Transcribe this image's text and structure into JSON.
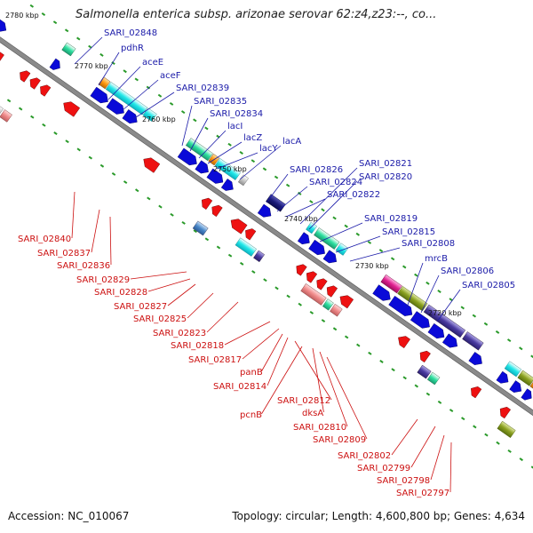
{
  "title": "Salmonella enterica subsp. arizonae serovar 62:z4,z23:--, co...",
  "footer": {
    "accession": "Accession: NC_010067",
    "summary": "Topology: circular; Length: 4,600,800 bp; Genes: 4,634"
  },
  "kbp_ticks": [
    "2780 kbp",
    "2770 kbp",
    "2760 kbp",
    "2750 kbp",
    "2740 kbp",
    "2730 kbp",
    "2720 kbp"
  ],
  "forward_labels": [
    "SARI_02848",
    "pdhR",
    "aceE",
    "aceF",
    "SARI_02839",
    "SARI_02835",
    "SARI_02834",
    "lacI",
    "lacZ",
    "lacY",
    "lacA",
    "SARI_02826",
    "SARI_02824",
    "SARI_02822",
    "SARI_02821",
    "SARI_02820",
    "SARI_02819",
    "SARI_02815",
    "SARI_02808",
    "mrcB",
    "SARI_02806",
    "SARI_02805"
  ],
  "reverse_labels": [
    "SARI_02840",
    "SARI_02837",
    "SARI_02836",
    "SARI_02829",
    "SARI_02828",
    "SARI_02827",
    "SARI_02825",
    "SARI_02823",
    "SARI_02818",
    "SARI_02817",
    "panB",
    "SARI_02814",
    "SARI_02812",
    "pcnB",
    "dksA",
    "SARI_02810",
    "SARI_02809",
    "SARI_02802",
    "SARI_02799",
    "SARI_02798",
    "SARI_02797"
  ],
  "colors": {
    "forward_text": "#1a1aa8",
    "reverse_text": "#cc1010",
    "forward_cds": "#0a0ad8",
    "reverse_cds": "#ee1111",
    "backbone": "#8a8a8a"
  }
}
